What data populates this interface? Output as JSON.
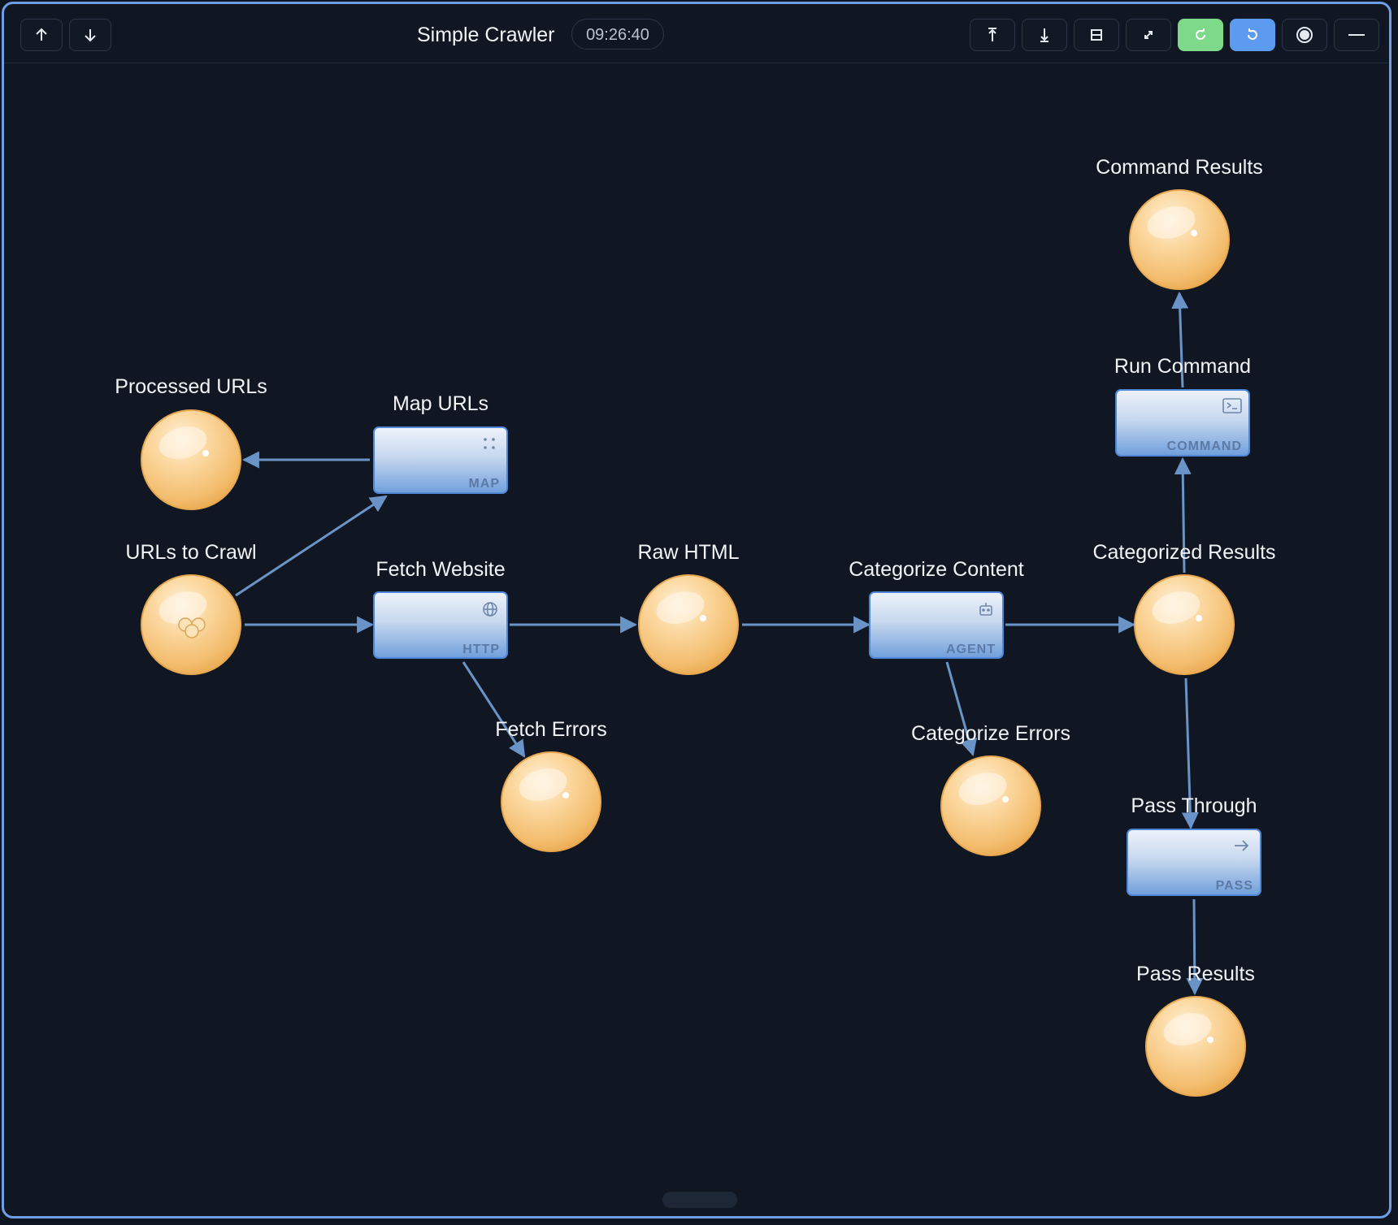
{
  "app": {
    "title": "Simple Crawler",
    "clock": "09:26:40"
  },
  "toolbar": {
    "left": [
      {
        "name": "arrow-up-icon"
      },
      {
        "name": "arrow-down-icon"
      }
    ],
    "right": [
      {
        "name": "export-icon"
      },
      {
        "name": "import-icon"
      },
      {
        "name": "layout-icon"
      },
      {
        "name": "expand-icon"
      },
      {
        "name": "refresh-icon",
        "color": "#7fd98b"
      },
      {
        "name": "reset-icon",
        "color": "#5c9bf0"
      },
      {
        "name": "record-icon"
      },
      {
        "name": "minimize-icon"
      }
    ]
  },
  "graph": {
    "places": [
      {
        "id": "processed",
        "label": "Processed URLs"
      },
      {
        "id": "urls",
        "label": "URLs to Crawl",
        "tokens": 3
      },
      {
        "id": "raw",
        "label": "Raw HTML"
      },
      {
        "id": "fetcherr",
        "label": "Fetch Errors"
      },
      {
        "id": "categorized",
        "label": "Categorized Results"
      },
      {
        "id": "caterr",
        "label": "Categorize Errors"
      },
      {
        "id": "cmdres",
        "label": "Command Results"
      },
      {
        "id": "passres",
        "label": "Pass Results"
      }
    ],
    "transitions": [
      {
        "id": "map",
        "label": "Map URLs",
        "tag": "MAP",
        "icon": "dots-icon"
      },
      {
        "id": "fetch",
        "label": "Fetch Website",
        "tag": "HTTP",
        "icon": "globe-icon"
      },
      {
        "id": "cat",
        "label": "Categorize Content",
        "tag": "AGENT",
        "icon": "robot-icon"
      },
      {
        "id": "cmd",
        "label": "Run Command",
        "tag": "COMMAND",
        "icon": "terminal-icon"
      },
      {
        "id": "pass",
        "label": "Pass Through",
        "tag": "PASS",
        "icon": "arrow-right-icon"
      }
    ],
    "arcs": [
      [
        "urls",
        "map"
      ],
      [
        "map",
        "processed"
      ],
      [
        "urls",
        "fetch"
      ],
      [
        "fetch",
        "raw"
      ],
      [
        "fetch",
        "fetcherr"
      ],
      [
        "raw",
        "cat"
      ],
      [
        "cat",
        "categorized"
      ],
      [
        "cat",
        "caterr"
      ],
      [
        "categorized",
        "cmd"
      ],
      [
        "cmd",
        "cmdres"
      ],
      [
        "categorized",
        "pass"
      ],
      [
        "pass",
        "passres"
      ]
    ]
  },
  "colors": {
    "accent": "#6d9ee6",
    "token": "#f5c57e",
    "arc": "#6a93c8"
  }
}
